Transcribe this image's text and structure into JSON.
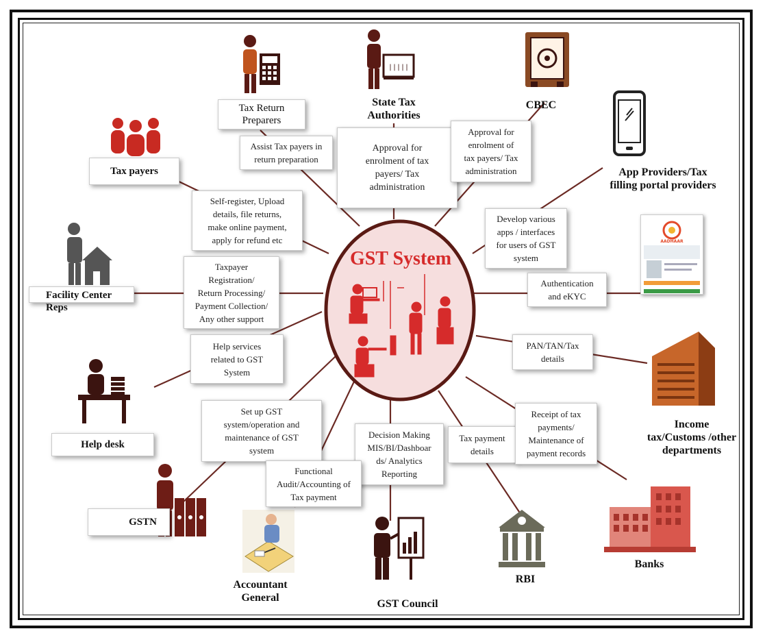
{
  "center": {
    "title": "GST System"
  },
  "stakeholders": {
    "tax_return_preparers": "Tax Return\nPreparers",
    "state_tax_authorities": "State Tax\nAuthorities",
    "cbec": "CBEC",
    "app_providers": "App Providers/Tax\nfilling portal providers",
    "tax_payers": "Tax payers",
    "facility_center_reps": "Facility Center\nReps",
    "help_desk": "Help desk",
    "gstn": "GSTN",
    "accountant_general": "Accountant\nGeneral",
    "gst_council": "GST Council",
    "rbi": "RBI",
    "banks": "Banks",
    "income_tax": "Income\ntax/Customs /other\ndepartments"
  },
  "relations": {
    "assist_tax_payers": "Assist Tax payers in\nreturn preparation",
    "approval_state": "Approval for\nenrolment of tax\npayers/ Tax\nadministration",
    "approval_cbec": "Approval for\nenrolment of\ntax payers/ Tax\nadministration",
    "self_register": "Self-register, Upload\ndetails, file returns,\nmake online payment,\napply for refund etc",
    "develop_apps": "Develop various\napps / interfaces\nfor users of GST\nsystem",
    "authentication": "Authentication\nand eKYC",
    "taxpayer_registration": "Taxpayer\nRegistration/\nReturn Processing/\nPayment Collection/\nAny other support",
    "help_services": "Help services\nrelated to GST\nSystem",
    "pan_tan": "PAN/TAN/Tax\ndetails",
    "setup_gst": "Set up GST\nsystem/operation and\nmaintenance  of GST\nsystem",
    "decision_making": "Decision Making\nMIS/BI/Dashboar\nds/ Analytics\nReporting",
    "functional_audit": "Functional\nAudit/Accounting of\nTax payment",
    "tax_payment_details": "Tax payment\ndetails",
    "receipt_of_tax": "Receipt of tax\npayments/\nMaintenance of\npayment records"
  },
  "aadhaar_text": "AADHAAR",
  "colors": {
    "accent_red": "#d62b2b",
    "dark_maroon": "#5a1a14",
    "line": "#6b2a24",
    "circle_fill": "#f6dede"
  }
}
